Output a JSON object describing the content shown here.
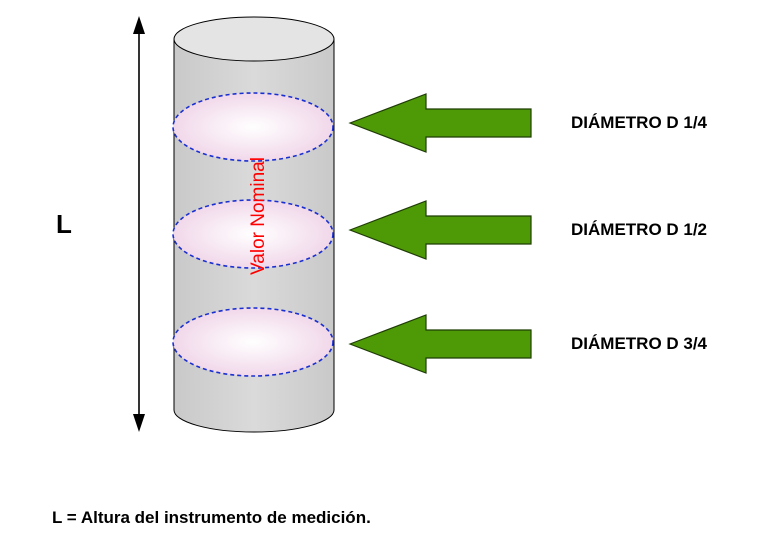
{
  "length_label": "L",
  "vertical_text": "Valor Nominal",
  "diameter_labels": [
    "DIÁMETRO D 1/4",
    "DIÁMETRO D 1/2",
    "DIÁMETRO D 3/4"
  ],
  "footnote": "L = Altura del instrumento de medición.",
  "colors": {
    "cylinder_fill": "#d4d4d4",
    "cylinder_top": "#e2e2e2",
    "section_fill": "#f6e6f2",
    "section_dash": "#1a2fd0",
    "arrow_fill": "#4e9a06",
    "arrow_stroke": "#1f3d05",
    "vertical_text": "#ff0000"
  }
}
